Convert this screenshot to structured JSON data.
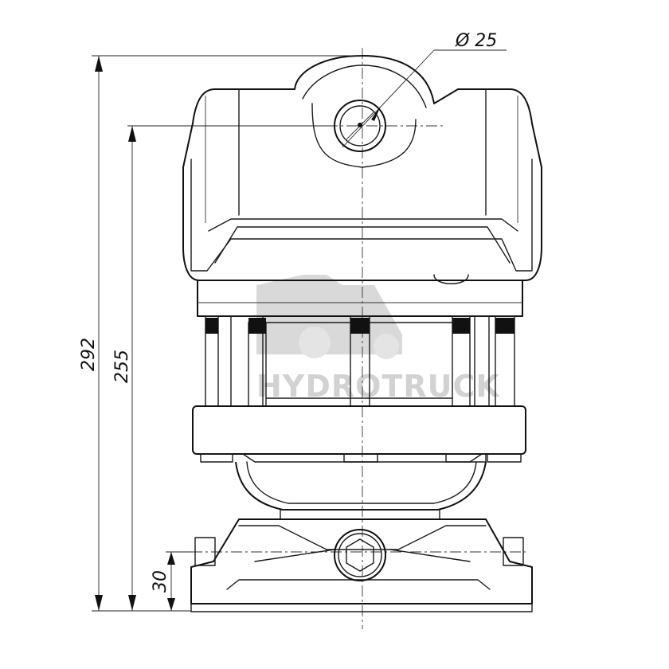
{
  "dimensions": {
    "diameter_label": "Ø 25",
    "overall_height": "292",
    "pin_height": "255",
    "base_height": "30"
  },
  "watermark": {
    "text": "HYDROTRUCK",
    "icon": "truck-icon"
  }
}
